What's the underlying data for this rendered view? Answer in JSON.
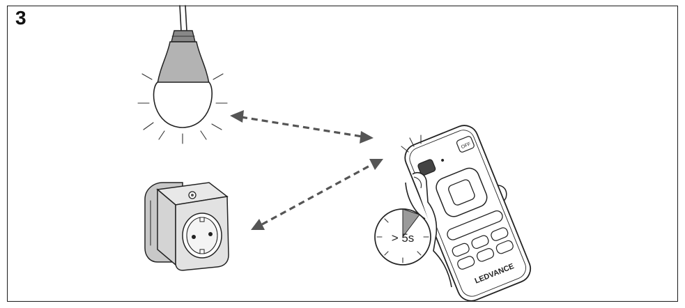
{
  "step": {
    "number": "3"
  },
  "timer": {
    "label": "> 5s"
  },
  "remote": {
    "brand": "LEDVANCE",
    "button_label": "OFF"
  },
  "icons": {
    "bulb": "light-bulb-icon",
    "plug": "smart-plug-icon",
    "remote": "remote-control-icon",
    "timer": "stopwatch-icon",
    "arrows": "dashed-double-arrow-icon"
  },
  "colors": {
    "line": "#222222",
    "bulb_gray": "#b3b3b3",
    "plug_gray": "#c8c8c8",
    "timer_wedge": "#9a9a9a",
    "remote_button": "#444444"
  }
}
